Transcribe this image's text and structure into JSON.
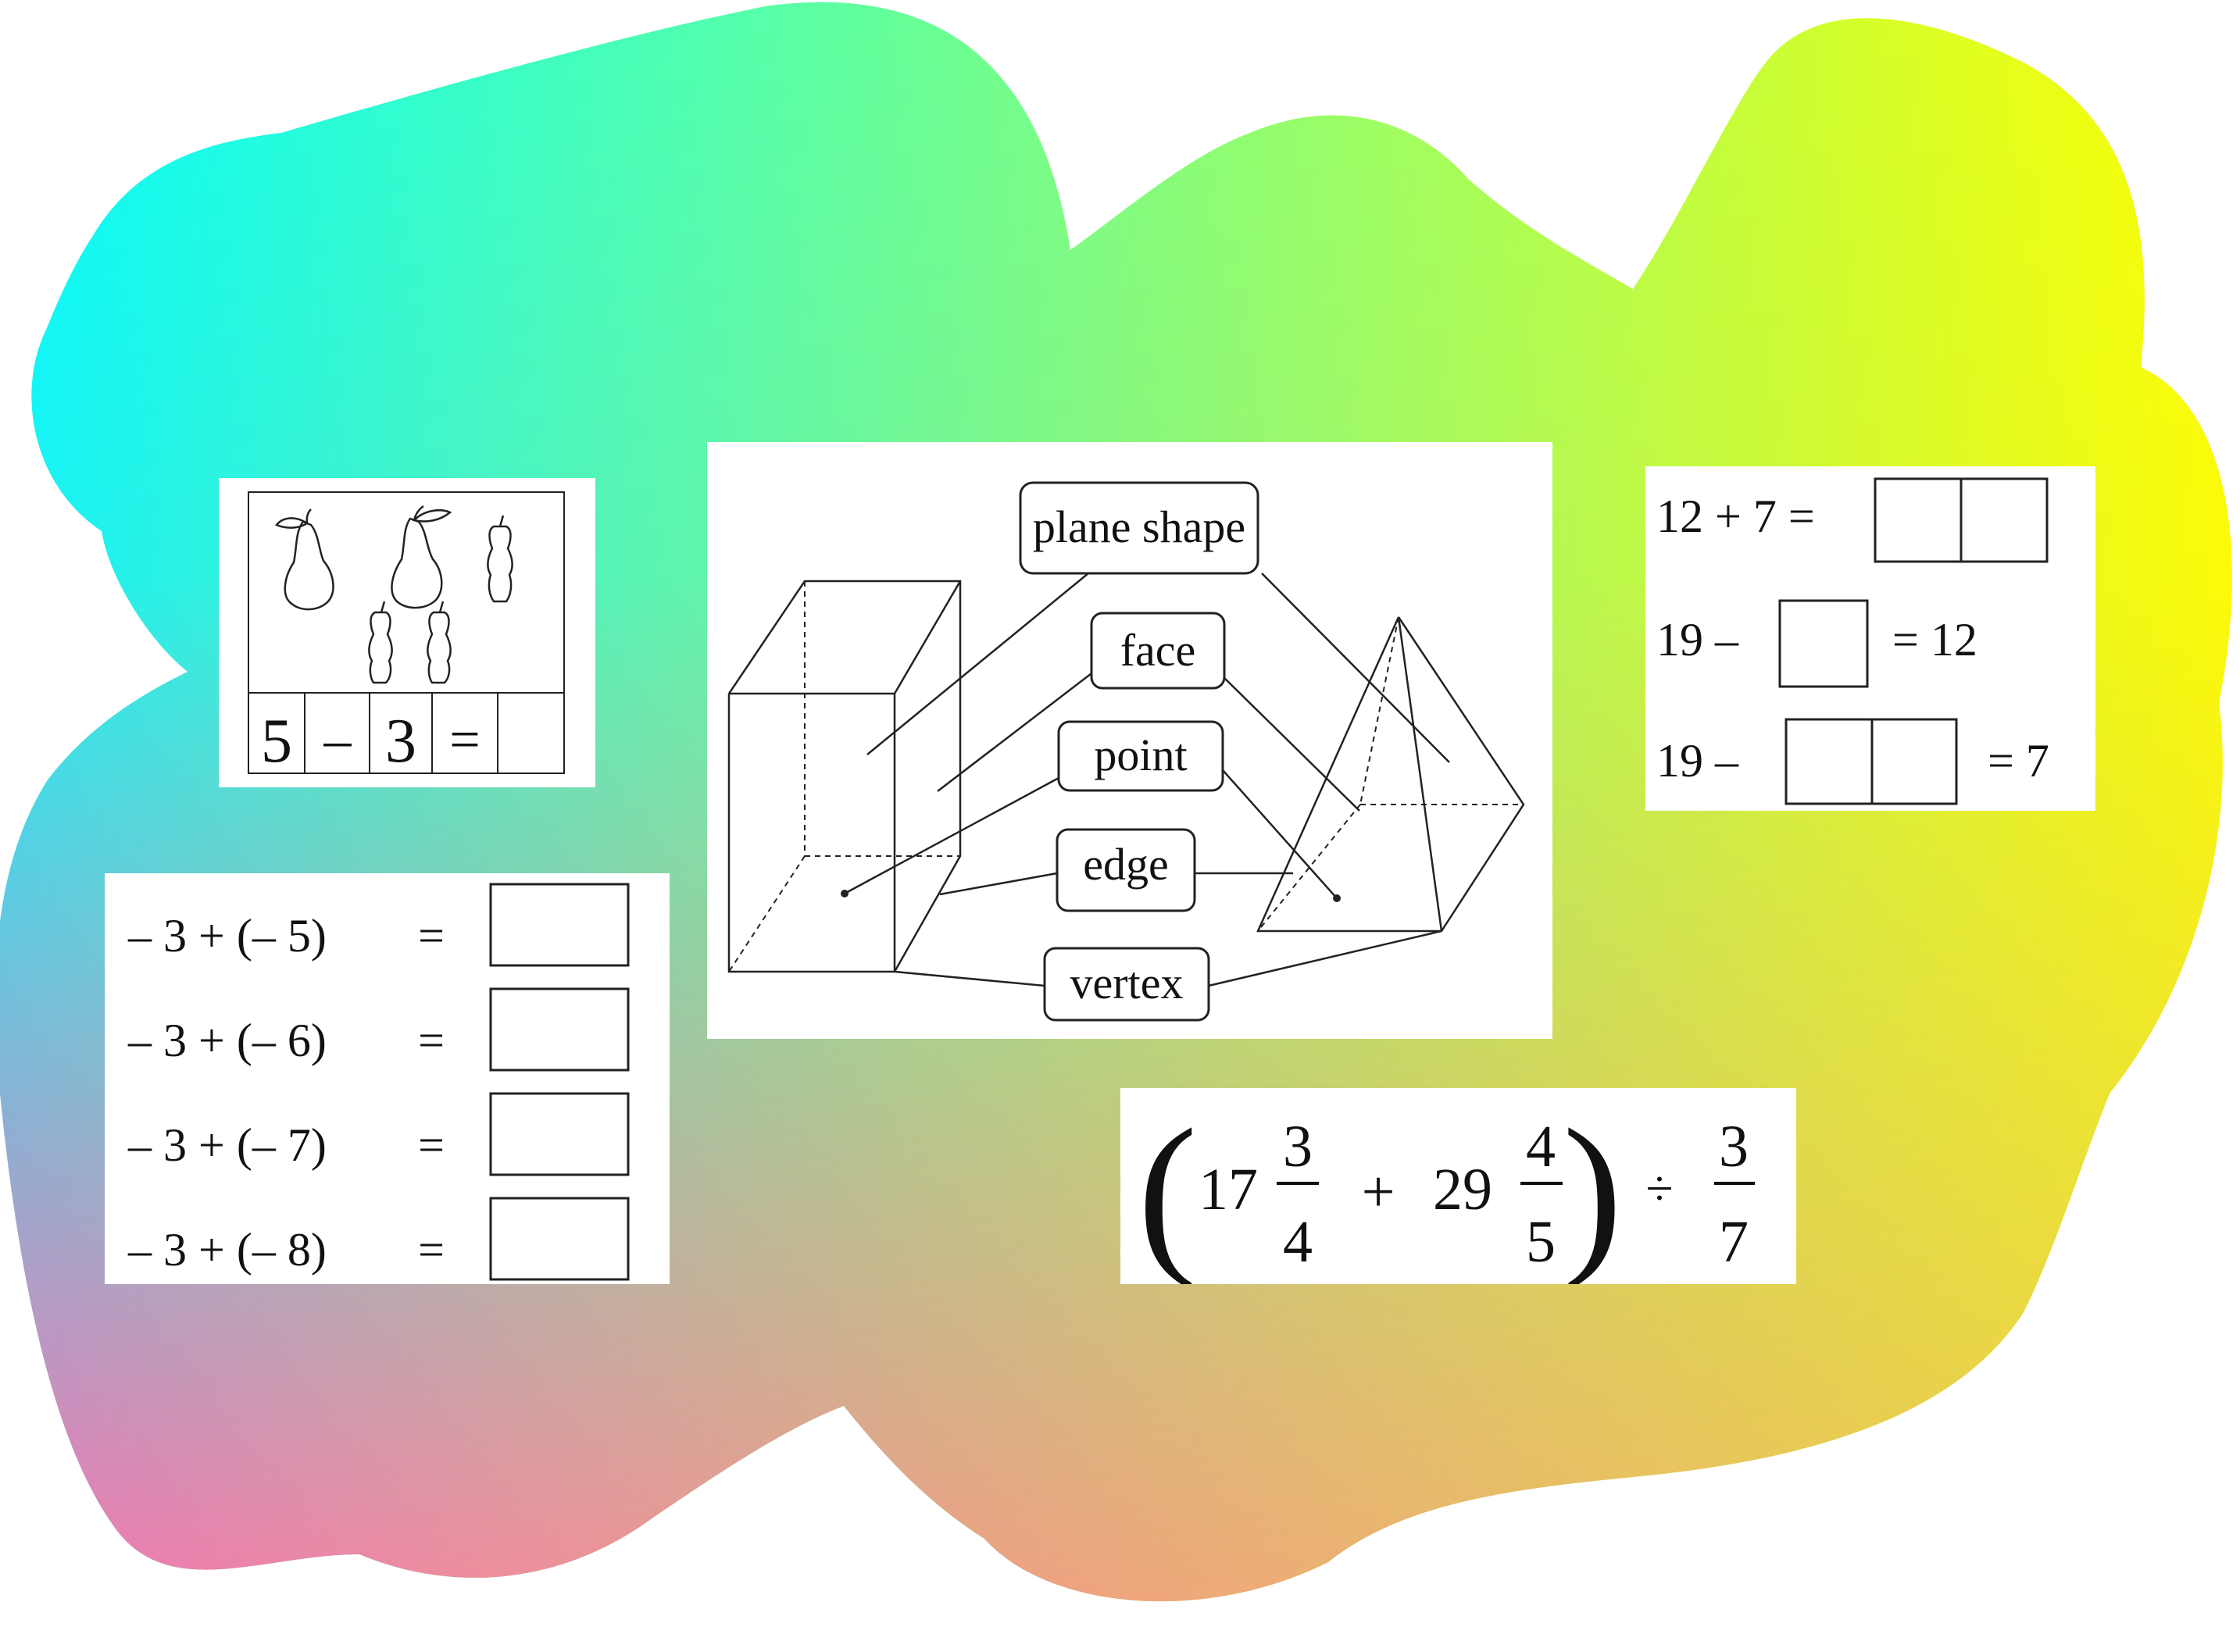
{
  "background": {
    "colors": {
      "top_left": "#00FFFF",
      "top_right": "#FFFF00",
      "bottom_left": "#FF70B0",
      "bottom_right": "#E9D24A"
    }
  },
  "fruit_card": {
    "equation": {
      "a": "5",
      "op": "–",
      "b": "3",
      "eq": "=",
      "answer": ""
    }
  },
  "negatives_card": {
    "rows": [
      {
        "expr": "– 3 + (– 5)",
        "eq": "=",
        "answer": ""
      },
      {
        "expr": "– 3 + (– 6)",
        "eq": "=",
        "answer": ""
      },
      {
        "expr": "– 3 + (– 7)",
        "eq": "=",
        "answer": ""
      },
      {
        "expr": "– 3 + (– 8)",
        "eq": "=",
        "answer": ""
      }
    ]
  },
  "geometry_card": {
    "labels": {
      "plane_shape": "plane shape",
      "face": "face",
      "point": "point",
      "edge": "edge",
      "vertex": "vertex"
    }
  },
  "boxes_card": {
    "row1": {
      "left": "12 + 7 ="
    },
    "row2": {
      "left": "19 –",
      "right": "= 12"
    },
    "row3": {
      "left": "19 –",
      "right": "= 7"
    }
  },
  "fraction_card": {
    "open": "(",
    "whole1": "17",
    "num1": "3",
    "den1": "4",
    "plus": "+",
    "whole2": "29",
    "num2": "4",
    "den2": "5",
    "close": ")",
    "div": "÷",
    "num3": "3",
    "den3": "7"
  }
}
